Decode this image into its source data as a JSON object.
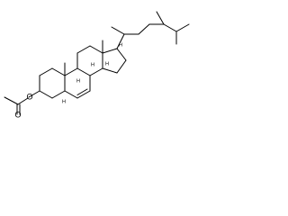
{
  "atoms": {
    "ester_oxygen": "O",
    "carbonyl_oxygen": "O",
    "h5": "H",
    "h8": "H",
    "h9": "H",
    "h14": "H",
    "h17": "H"
  }
}
